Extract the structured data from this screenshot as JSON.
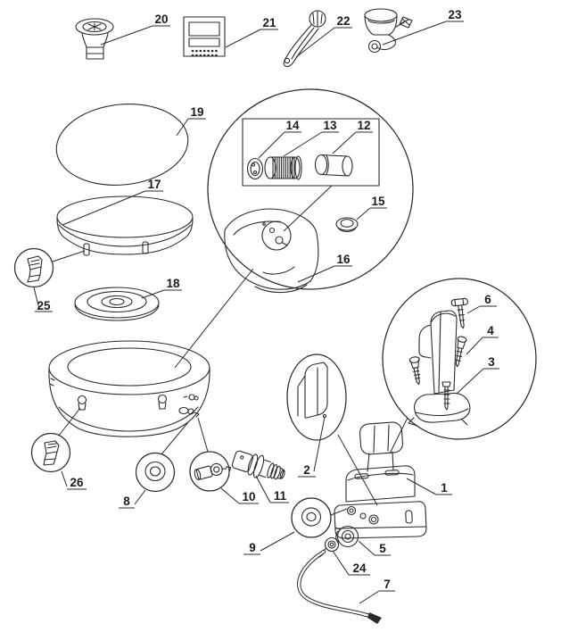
{
  "figure": {
    "colors": {
      "line": "#2b2b2b",
      "background": "#ffffff",
      "label": "#1c1c1c"
    },
    "callouts": {
      "c1": "1",
      "c2": "2",
      "c3": "3",
      "c4": "4",
      "c5": "5",
      "c6": "6",
      "c7": "7",
      "c8": "8",
      "c9": "9",
      "c10": "10",
      "c11": "11",
      "c12": "12",
      "c13": "13",
      "c14": "14",
      "c15": "15",
      "c16": "16",
      "c17": "17",
      "c18": "18",
      "c19": "19",
      "c20": "20",
      "c21": "21",
      "c22": "22",
      "c23": "23",
      "c24": "24",
      "c25": "25",
      "c26": "26"
    }
  }
}
